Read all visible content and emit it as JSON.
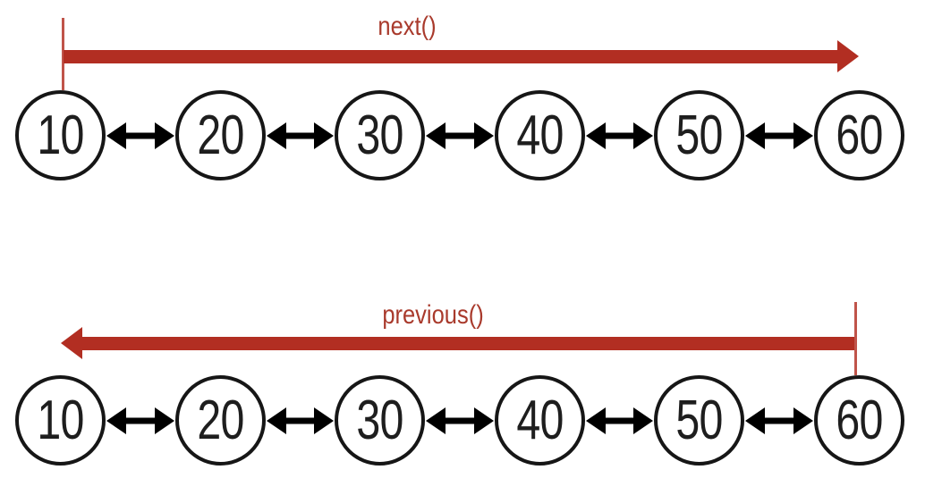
{
  "diagram": {
    "type": "doubly-linked-list-traversal",
    "node_values": [
      "10",
      "20",
      "30",
      "40",
      "50",
      "60"
    ],
    "rows": [
      {
        "label": "next()",
        "direction": "right",
        "anchor_node": "10",
        "target_node": "60"
      },
      {
        "label": "previous()",
        "direction": "left",
        "anchor_node": "60",
        "target_node": "10"
      }
    ],
    "colors": {
      "arrow_red": "#b22e22",
      "anchor_tick_red": "#c0544a",
      "label_red": "#a93a2c",
      "node_border": "#161616",
      "node_text": "#1e1e1e",
      "link_black": "#000000",
      "background": "#ffffff"
    }
  }
}
